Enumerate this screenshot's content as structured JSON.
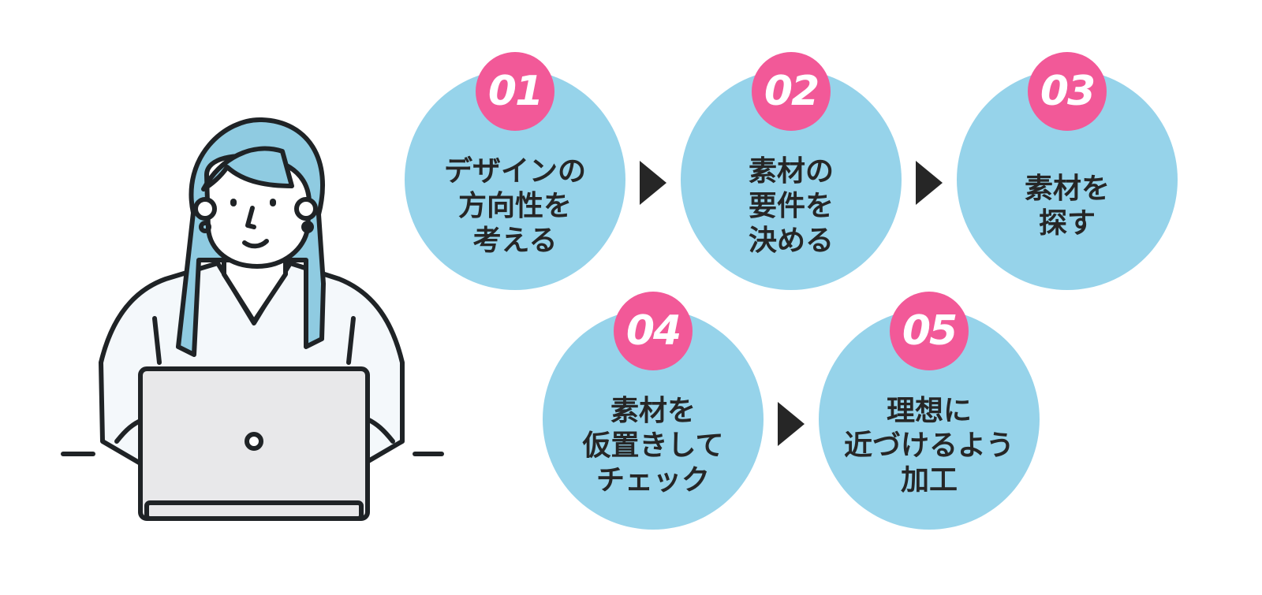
{
  "colors": {
    "circle": "#96d3ea",
    "badge": "#f25998",
    "text": "#262626",
    "outline": "#1f2326",
    "hair": "#8fcbe1",
    "laptop": "#e8e8ea",
    "shirt": "#f4f8fb"
  },
  "steps": [
    {
      "number": "01",
      "lines": [
        "デザインの",
        "方向性を",
        "考える"
      ]
    },
    {
      "number": "02",
      "lines": [
        "素材の",
        "要件を",
        "決める"
      ]
    },
    {
      "number": "03",
      "lines": [
        "素材を",
        "探す"
      ]
    },
    {
      "number": "04",
      "lines": [
        "素材を",
        "仮置きして",
        "チェック"
      ]
    },
    {
      "number": "05",
      "lines": [
        "理想に",
        "近づけるよう",
        "加工"
      ]
    }
  ],
  "icons": {
    "person": "person-at-laptop-illustration",
    "arrow": "triangle-right-icon"
  }
}
